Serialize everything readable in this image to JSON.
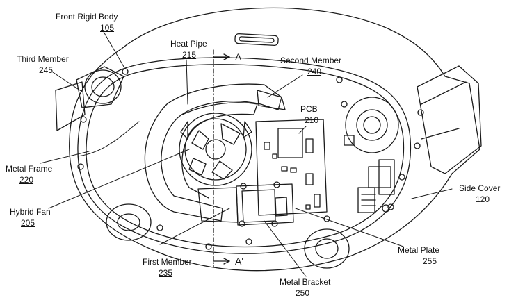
{
  "labels": {
    "front_rigid_body": {
      "name": "Front Rigid Body",
      "ref": "105"
    },
    "third_member": {
      "name": "Third Member",
      "ref": "245"
    },
    "heat_pipe": {
      "name": "Heat Pipe",
      "ref": "215"
    },
    "second_member": {
      "name": "Second Member",
      "ref": "240"
    },
    "pcb": {
      "name": "PCB",
      "ref": "210"
    },
    "metal_frame": {
      "name": "Metal Frame",
      "ref": "220"
    },
    "hybrid_fan": {
      "name": "Hybrid Fan",
      "ref": "205"
    },
    "side_cover": {
      "name": "Side Cover",
      "ref": "120"
    },
    "first_member": {
      "name": "First Member",
      "ref": "235"
    },
    "metal_plate": {
      "name": "Metal Plate",
      "ref": "255"
    },
    "metal_bracket": {
      "name": "Metal Bracket",
      "ref": "250"
    }
  },
  "section_marks": {
    "top": "A",
    "bottom": "A'"
  },
  "colors": {
    "line": "#1a1a1a",
    "background": "#ffffff"
  }
}
